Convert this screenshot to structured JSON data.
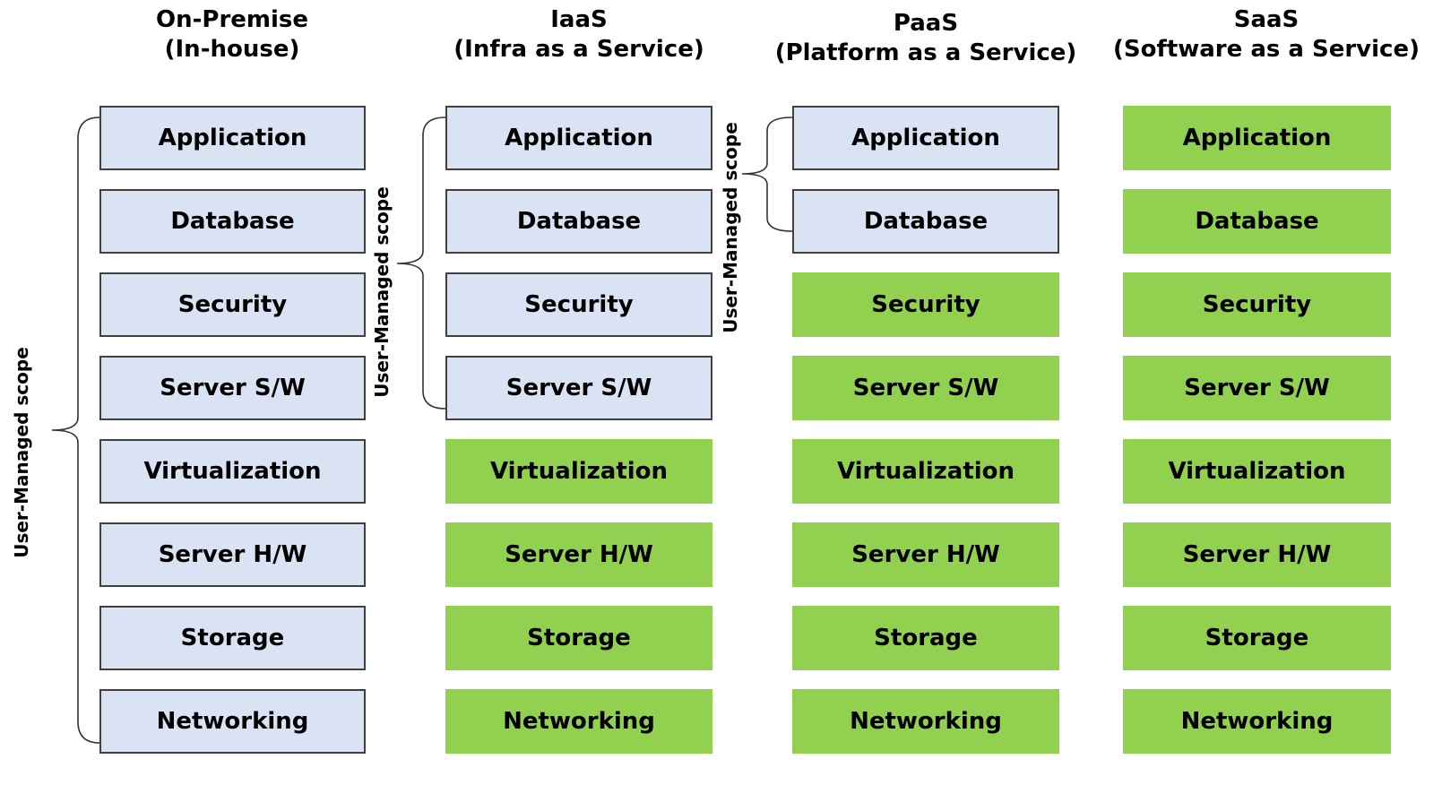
{
  "columns": [
    {
      "key": "onprem",
      "title_line1": "On-Premise",
      "title_line2": "(In-house)",
      "layers": [
        {
          "label": "Application",
          "managed_by": "user"
        },
        {
          "label": "Database",
          "managed_by": "user"
        },
        {
          "label": "Security",
          "managed_by": "user"
        },
        {
          "label": "Server S/W",
          "managed_by": "user"
        },
        {
          "label": "Virtualization",
          "managed_by": "user"
        },
        {
          "label": "Server H/W",
          "managed_by": "user"
        },
        {
          "label": "Storage",
          "managed_by": "user"
        },
        {
          "label": "Networking",
          "managed_by": "user"
        }
      ],
      "scope_label": "User-Managed  scope"
    },
    {
      "key": "iaas",
      "title_line1": "IaaS",
      "title_line2": "(Infra as a Service)",
      "layers": [
        {
          "label": "Application",
          "managed_by": "user"
        },
        {
          "label": "Database",
          "managed_by": "user"
        },
        {
          "label": "Security",
          "managed_by": "user"
        },
        {
          "label": "Server S/W",
          "managed_by": "user"
        },
        {
          "label": "Virtualization",
          "managed_by": "provider"
        },
        {
          "label": "Server H/W",
          "managed_by": "provider"
        },
        {
          "label": "Storage",
          "managed_by": "provider"
        },
        {
          "label": "Networking",
          "managed_by": "provider"
        }
      ],
      "scope_label": "User-Managed  scope"
    },
    {
      "key": "paas",
      "title_line1": "PaaS",
      "title_line2": "(Platform as a Service)",
      "layers": [
        {
          "label": "Application",
          "managed_by": "user"
        },
        {
          "label": "Database",
          "managed_by": "user"
        },
        {
          "label": "Security",
          "managed_by": "provider"
        },
        {
          "label": "Server S/W",
          "managed_by": "provider"
        },
        {
          "label": "Virtualization",
          "managed_by": "provider"
        },
        {
          "label": "Server H/W",
          "managed_by": "provider"
        },
        {
          "label": "Storage",
          "managed_by": "provider"
        },
        {
          "label": "Networking",
          "managed_by": "provider"
        }
      ],
      "scope_label": "User-Managed  scope"
    },
    {
      "key": "saas",
      "title_line1": "SaaS",
      "title_line2": "(Software as a Service)",
      "layers": [
        {
          "label": "Application",
          "managed_by": "provider"
        },
        {
          "label": "Database",
          "managed_by": "provider"
        },
        {
          "label": "Security",
          "managed_by": "provider"
        },
        {
          "label": "Server S/W",
          "managed_by": "provider"
        },
        {
          "label": "Virtualization",
          "managed_by": "provider"
        },
        {
          "label": "Server H/W",
          "managed_by": "provider"
        },
        {
          "label": "Storage",
          "managed_by": "provider"
        },
        {
          "label": "Networking",
          "managed_by": "provider"
        }
      ]
    }
  ],
  "colors": {
    "user_fill": "#dae3f3",
    "user_border": "#404040",
    "provider_fill": "#92d050",
    "bracket": "#333333"
  }
}
